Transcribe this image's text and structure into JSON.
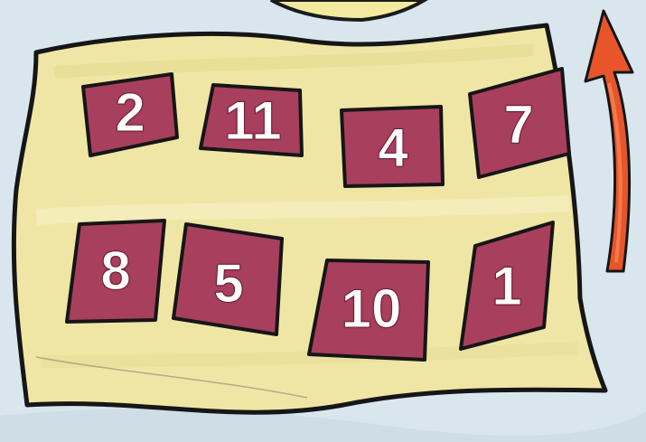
{
  "board": {
    "tiles": [
      {
        "number": "2"
      },
      {
        "number": "11"
      },
      {
        "number": "4"
      },
      {
        "number": "7"
      },
      {
        "number": "8"
      },
      {
        "number": "5"
      },
      {
        "number": "10"
      },
      {
        "number": "1"
      }
    ]
  },
  "colors": {
    "background": "#d9e6ee",
    "mat": "#efe7a8",
    "tile": "#a8405d",
    "outline": "#1b1b1b",
    "arrow": "#e8552a"
  }
}
